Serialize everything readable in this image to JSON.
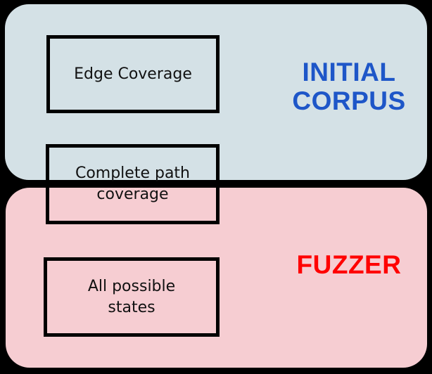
{
  "diagram": {
    "title": "Fuzzing coverage hierarchy",
    "background_color": "#000000",
    "regions": [
      {
        "id": "initial-corpus",
        "label": "INITIAL\nCORPUS",
        "fill_color": "#d4e1e6",
        "label_color": "#1e56c8"
      },
      {
        "id": "fuzzer",
        "label": "FUZZER",
        "fill_color": "#f6cdd2",
        "label_color": "#ff0000"
      }
    ],
    "boxes": [
      {
        "id": "edge-coverage",
        "label": "Edge Coverage",
        "border_color": "#000000",
        "text_color": "#111111"
      },
      {
        "id": "complete-path-coverage",
        "label": "Complete path\ncoverage",
        "border_color": "#000000",
        "text_color": "#111111"
      },
      {
        "id": "all-possible-states",
        "label": "All possible\nstates",
        "border_color": "#000000",
        "text_color": "#111111"
      }
    ]
  }
}
